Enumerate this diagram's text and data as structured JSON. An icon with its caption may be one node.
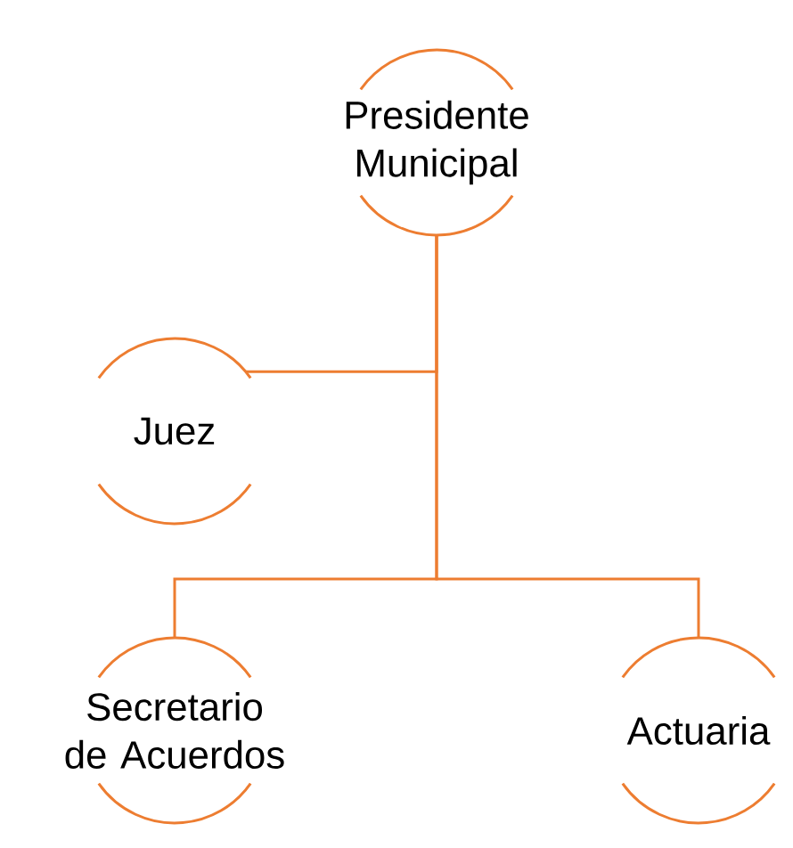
{
  "diagram": {
    "nodes": [
      {
        "text": [
          "Presidente Municipal"
        ]
      },
      {
        "text": [
          "Juez"
        ]
      },
      {
        "text": [
          "Secretario de Acuerdos"
        ]
      },
      {
        "text": [
          "Actuaria"
        ]
      }
    ],
    "edges": [
      {
        "from": 0,
        "to": 1,
        "arrow": "none"
      },
      {
        "from": 0,
        "to": 2,
        "arrow": "none"
      },
      {
        "from": 0,
        "to": 3,
        "arrow": "none"
      }
    ]
  }
}
